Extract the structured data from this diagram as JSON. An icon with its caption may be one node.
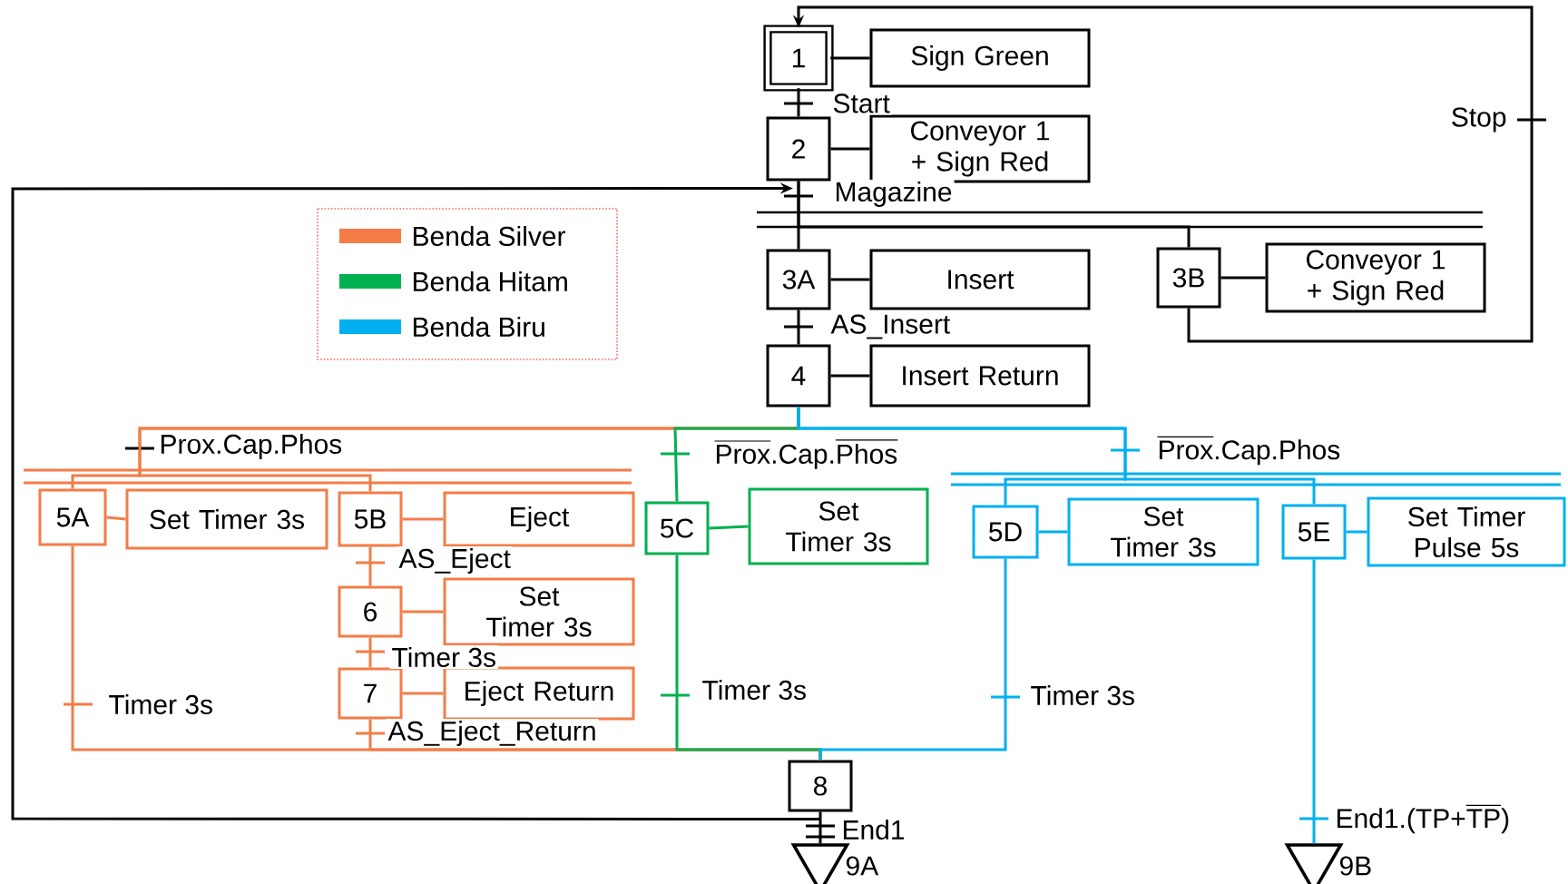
{
  "diagram": {
    "nodes": [
      {
        "text": [
          "1"
        ]
      },
      {
        "text": [
          "Sign Green"
        ]
      },
      {
        "text": [
          "2"
        ]
      },
      {
        "text": [
          "Conveyor 1 + Sign Red"
        ]
      },
      {
        "text": [
          "3A"
        ]
      },
      {
        "text": [
          "Insert"
        ]
      },
      {
        "text": [
          "3B"
        ]
      },
      {
        "text": [
          "Conveyor 1 + Sign Red"
        ]
      },
      {
        "text": [
          "4"
        ]
      },
      {
        "text": [
          "Insert Return"
        ]
      },
      {
        "text": [
          "5A"
        ]
      },
      {
        "text": [
          "Set Timer 3s"
        ]
      },
      {
        "text": [
          "5B"
        ]
      },
      {
        "text": [
          "Eject"
        ]
      },
      {
        "text": [
          "6"
        ]
      },
      {
        "text": [
          "Set Timer 3s"
        ]
      },
      {
        "text": [
          "7"
        ]
      },
      {
        "text": [
          "Eject Return"
        ]
      },
      {
        "text": [
          "5C"
        ]
      },
      {
        "text": [
          "Set Timer 3s"
        ]
      },
      {
        "text": [
          "5D"
        ]
      },
      {
        "text": [
          "Set Timer 3s"
        ]
      },
      {
        "text": [
          "5E"
        ]
      },
      {
        "text": [
          "Set Timer Pulse 5s"
        ]
      },
      {
        "text": [
          "8"
        ]
      },
      {
        "text": [],
        "shape": "triangle",
        "beside": [
          "9A"
        ]
      },
      {
        "text": [],
        "shape": "triangle",
        "beside": [
          "9B"
        ]
      }
    ],
    "edges": [
      {
        "from": 0,
        "to": 1,
        "arrow": "none"
      },
      {
        "from": 0,
        "to": 2,
        "arrow": "none",
        "label": "Start"
      },
      {
        "from": 2,
        "to": 3,
        "arrow": "none"
      },
      {
        "from": 2,
        "to": 4,
        "arrow": "none",
        "label": "Magazine"
      },
      {
        "from": 2,
        "to": 6,
        "arrow": "none"
      },
      {
        "from": 4,
        "to": 5,
        "arrow": "none"
      },
      {
        "from": 6,
        "to": 7,
        "arrow": "none"
      },
      {
        "from": 6,
        "to": 0,
        "arrow": "to",
        "label": "Stop"
      },
      {
        "from": 4,
        "to": 8,
        "arrow": "none",
        "label": "AS_Insert"
      },
      {
        "from": 8,
        "to": 9,
        "arrow": "none"
      },
      {
        "from": 8,
        "to": 10,
        "arrow": "none",
        "label": "Prox.Cap.Phos",
        "color": "#f47c48"
      },
      {
        "from": 8,
        "to": 12,
        "arrow": "none",
        "color": "#f47c48"
      },
      {
        "from": 8,
        "to": 18,
        "arrow": "none",
        "label": "\\overline{\\text{Prox}}\\text{.Cap.}\\overline{\\text{Phos}}",
        "color": "#00b050"
      },
      {
        "from": 8,
        "to": 20,
        "arrow": "none",
        "label": "\\overline{\\text{Prox}}\\text{.Cap.Phos}",
        "color": "#00b0f0"
      },
      {
        "from": 8,
        "to": 22,
        "arrow": "none",
        "color": "#00b0f0"
      },
      {
        "from": 10,
        "to": 11,
        "arrow": "none",
        "color": "#f47c48"
      },
      {
        "from": 12,
        "to": 13,
        "arrow": "none",
        "color": "#f47c48"
      },
      {
        "from": 14,
        "to": 15,
        "arrow": "none",
        "color": "#f47c48"
      },
      {
        "from": 16,
        "to": 17,
        "arrow": "none",
        "color": "#f47c48"
      },
      {
        "from": 18,
        "to": 19,
        "arrow": "none",
        "color": "#00b050"
      },
      {
        "from": 20,
        "to": 21,
        "arrow": "none",
        "color": "#00b0f0"
      },
      {
        "from": 22,
        "to": 23,
        "arrow": "none",
        "color": "#00b0f0"
      },
      {
        "from": 12,
        "to": 14,
        "arrow": "none",
        "label": "AS_Eject",
        "color": "#f47c48"
      },
      {
        "from": 14,
        "to": 16,
        "arrow": "none",
        "label": "Timer 3s",
        "color": "#f47c48"
      },
      {
        "from": 10,
        "to": 24,
        "arrow": "none",
        "label": "Timer 3s",
        "color": "#f47c48"
      },
      {
        "from": 16,
        "to": 24,
        "arrow": "none",
        "label": "AS_Eject_Return",
        "color": "#f47c48"
      },
      {
        "from": 18,
        "to": 24,
        "arrow": "none",
        "label": "Timer 3s",
        "color": "#00b050"
      },
      {
        "from": 20,
        "to": 24,
        "arrow": "none",
        "label": "Timer 3s",
        "color": "#00b0f0"
      },
      {
        "from": 24,
        "to": 25,
        "arrow": "none",
        "label": "End1"
      },
      {
        "from": 22,
        "to": 26,
        "arrow": "none",
        "label": "\\text{End1.(TP+}\\overline{\\text{TP}}\\text{)}",
        "color": "#00b0f0"
      },
      {
        "from": 24,
        "to": 2,
        "arrow": "to"
      }
    ],
    "legend": [
      {
        "text": "Benda Silver",
        "color": "#f47c48"
      },
      {
        "text": "Benda Hitam",
        "color": "#00b050"
      },
      {
        "text": "Benda Biru",
        "color": "#00b0f0"
      }
    ]
  }
}
